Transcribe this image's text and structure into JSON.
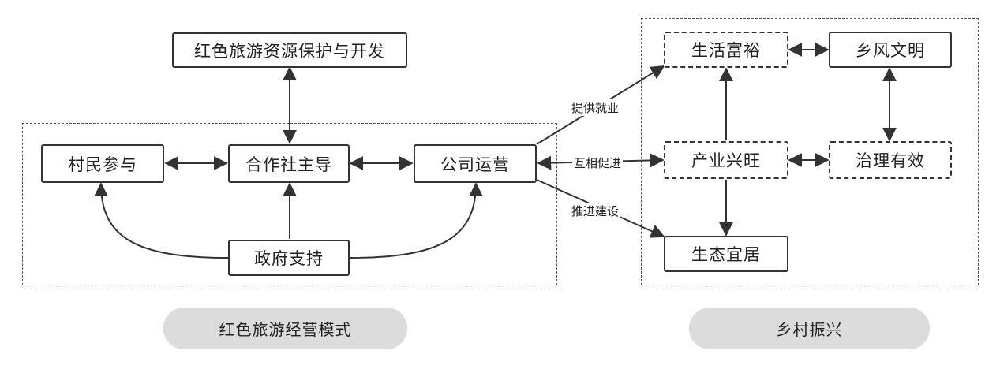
{
  "left_model": {
    "boxes": {
      "resource": "红色旅游资源保护与开发",
      "villagers": "村民参与",
      "coop": "合作社主导",
      "company": "公司运营",
      "gov": "政府支持"
    },
    "caption": "红色旅游经营模式"
  },
  "right_model": {
    "boxes": {
      "affluent": "生活富裕",
      "civility": "乡风文明",
      "industry": "产业兴旺",
      "governance": "治理有效",
      "ecology": "生态宜居"
    },
    "caption": "乡村振兴"
  },
  "links": {
    "employment": "提供就业",
    "mutual": "互相促进",
    "construction": "推进建设"
  }
}
